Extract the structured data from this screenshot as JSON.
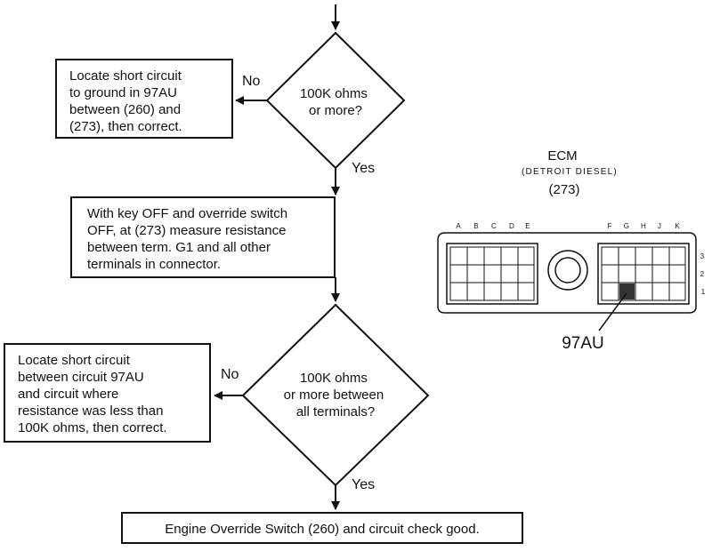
{
  "flowchart": {
    "decision1": [
      "100K ohms",
      "or more?"
    ],
    "decision1_no": "No",
    "decision1_yes": "Yes",
    "no_action1": [
      "Locate short circuit",
      "to ground in 97AU",
      "between (260) and",
      "(273), then correct."
    ],
    "step2": [
      "With key OFF and override switch",
      "OFF, at (273) measure resistance",
      "between term. G1 and all other",
      "terminals in connector."
    ],
    "decision2": [
      "100K ohms",
      "or more between",
      "all terminals?"
    ],
    "decision2_no": "No",
    "decision2_yes": "Yes",
    "no_action2": [
      "Locate short circuit",
      "between circuit 97AU",
      "and circuit where",
      "resistance was less than",
      "100K ohms, then correct."
    ],
    "final": "Engine Override Switch (260) and circuit check good."
  },
  "connector": {
    "title": "ECM",
    "subtitle": "(DETROIT DIESEL)",
    "ref": "(273)",
    "left_cols": [
      "A",
      "B",
      "C",
      "D",
      "E"
    ],
    "right_cols": [
      "F",
      "G",
      "H",
      "J",
      "K"
    ],
    "rows": [
      "3",
      "2",
      "1"
    ],
    "callout": "97AU",
    "highlight_terminal": "G1"
  }
}
